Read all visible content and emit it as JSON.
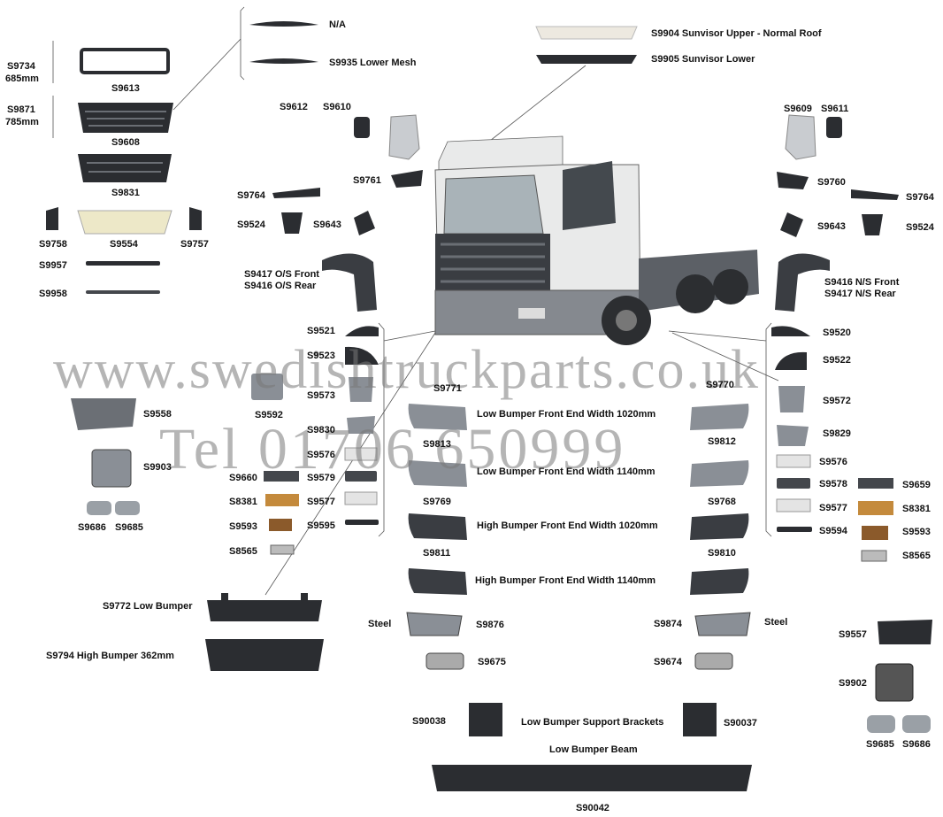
{
  "watermark": {
    "line1": "www.swedishtruckparts.co.uk",
    "line2": "Tel 01706 650999"
  },
  "labels": {
    "na": "N/A",
    "s9935": "S9935 Lower Mesh",
    "s9904": "S9904 Sunvisor Upper - Normal Roof",
    "s9905": "S9905 Sunvisor Lower",
    "s9734": "S9734",
    "mm685": "685mm",
    "s9613": "S9613",
    "s9871": "S9871",
    "mm785": "785mm",
    "s9608": "S9608",
    "s9831": "S9831",
    "s9758": "S9758",
    "s9554": "S9554",
    "s9757": "S9757",
    "s9957": "S9957",
    "s9958": "S9958",
    "s9612": "S9612",
    "s9610": "S9610",
    "s9761": "S9761",
    "s9764_l": "S9764",
    "s9524_l": "S9524",
    "s9643_l": "S9643",
    "s9417_front": "S9417 O/S Front",
    "s9416_rear": "S9416 O/S Rear",
    "s9609": "S9609",
    "s9611": "S9611",
    "s9760": "S9760",
    "s9764_r": "S9764",
    "s9643_r": "S9643",
    "s9524_r": "S9524",
    "s9416_front": "S9416 N/S Front",
    "s9417_rear": "S9417 N/S Rear",
    "s9521": "S9521",
    "s9523": "S9523",
    "s9573": "S9573",
    "s9592": "S9592",
    "s9830": "S9830",
    "s9576_l": "S9576",
    "s9579": "S9579",
    "s9577_l": "S9577",
    "s9595": "S9595",
    "s9558": "S9558",
    "s9903": "S9903",
    "s9686_l": "S9686",
    "s9685_l": "S9685",
    "s9660": "S9660",
    "s8381_l": "S8381",
    "s9593_l": "S9593",
    "s8565_l": "S8565",
    "s9520": "S9520",
    "s9522": "S9522",
    "s9572": "S9572",
    "s9829": "S9829",
    "s9576_r": "S9576",
    "s9578": "S9578",
    "s9659": "S9659",
    "s9577_r": "S9577",
    "s8381_r": "S8381",
    "s9594": "S9594",
    "s9593_r": "S9593",
    "s8565_r": "S8565",
    "s9771": "S9771",
    "s9770": "S9770",
    "low1020": "Low Bumper Front End Width 1020mm",
    "s9813": "S9813",
    "s9812": "S9812",
    "low1140": "Low Bumper Front End Width 1140mm",
    "s9769": "S9769",
    "s9768": "S9768",
    "high1020": "High Bumper Front End Width 1020mm",
    "s9811": "S9811",
    "s9810": "S9810",
    "high1140": "High Bumper Front End Width 1140mm",
    "s9772": "S9772 Low Bumper",
    "s9794": "S9794 High Bumper 362mm",
    "steel_l": "Steel",
    "s9876": "S9876",
    "s9675": "S9675",
    "s9874": "S9874",
    "steel_r": "Steel",
    "s9674": "S9674",
    "s9557": "S9557",
    "s9902": "S9902",
    "s9685_r": "S9685",
    "s9686_r": "S9686",
    "s90038": "S90038",
    "brackets": "Low Bumper Support Brackets",
    "s90037": "S90037",
    "beam": "Low Bumper Beam",
    "s90042": "S90042"
  },
  "colors": {
    "dark_part": "#2b2d31",
    "grey_part": "#8a8f96",
    "light_part": "#c9ccd0",
    "cream_part": "#ede8c8",
    "amber": "#b9772a",
    "cab_white": "#e9eaea",
    "label": "#111111",
    "watermark": "#8a8a8a"
  }
}
